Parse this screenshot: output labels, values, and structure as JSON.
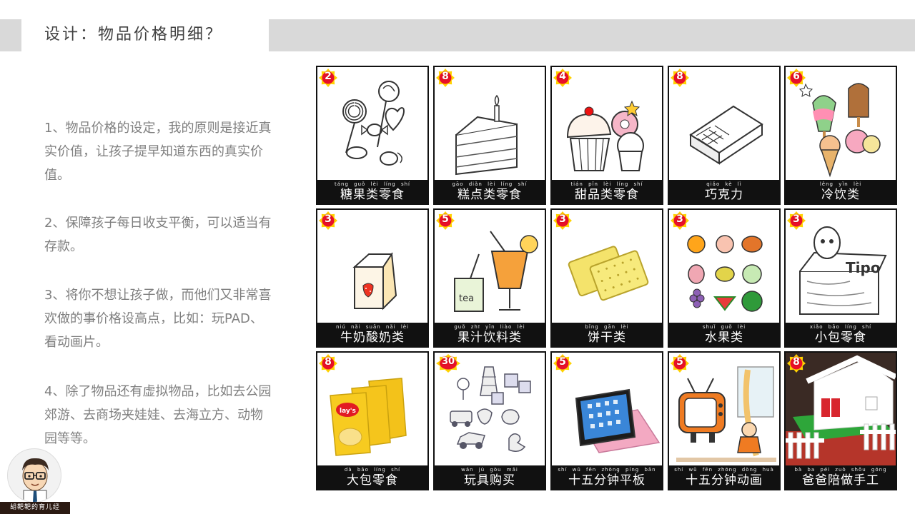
{
  "slide": {
    "title": "设计：物品价格明细？"
  },
  "paragraphs": [
    "1、物品价格的设定，我的原则是接近真实价值，让孩子提早知道东西的真实价值。",
    "2、保障孩子每日收支平衡，可以适当有存款。",
    "3、将你不想让孩子做，而他们又非常喜欢做的事价格设高点，比如：玩PAD、看动画片。",
    "4、除了物品还有虚拟物品，比如去公园郊游、去商场夹娃娃、去海立方、动物园等等。"
  ],
  "cards": [
    {
      "price": "2",
      "name": "糖果类零食",
      "pinyin": "táng guǒ lèi líng shí",
      "icon": "candy-icon"
    },
    {
      "price": "8",
      "name": "糕点类零食",
      "pinyin": "gāo diǎn lèi líng shí",
      "icon": "cake-icon"
    },
    {
      "price": "4",
      "name": "甜品类零食",
      "pinyin": "tián pǐn lèi líng shí",
      "icon": "cupcake-icon"
    },
    {
      "price": "8",
      "name": "巧克力",
      "pinyin": "qiǎo kè lì",
      "icon": "chocolate-icon"
    },
    {
      "price": "6",
      "name": "冷饮类",
      "pinyin": "lěng yǐn lèi",
      "icon": "ice-cream-icon"
    },
    {
      "price": "3",
      "name": "牛奶酸奶类",
      "pinyin": "niú nǎi suān nǎi lèi",
      "icon": "milk-carton-icon"
    },
    {
      "price": "5",
      "name": "果汁饮料类",
      "pinyin": "guǒ zhī yǐn liào lèi",
      "icon": "juice-icon"
    },
    {
      "price": "3",
      "name": "饼干类",
      "pinyin": "bǐng gān lèi",
      "icon": "cracker-icon"
    },
    {
      "price": "3",
      "name": "水果类",
      "pinyin": "shuǐ guǒ lèi",
      "icon": "fruit-icon"
    },
    {
      "price": "3",
      "name": "小包零食",
      "pinyin": "xiǎo bāo líng shí",
      "icon": "snack-pack-icon"
    },
    {
      "price": "8",
      "name": "大包零食",
      "pinyin": "dà bāo líng shí",
      "icon": "chips-bag-icon"
    },
    {
      "price": "30",
      "name": "玩具购买",
      "pinyin": "wán jù gòu mǎi",
      "icon": "toys-icon"
    },
    {
      "price": "5",
      "name": "十五分钟平板",
      "pinyin": "shí wǔ fēn zhōng píng bǎn",
      "icon": "tablet-icon"
    },
    {
      "price": "5",
      "name": "十五分钟动画",
      "pinyin": "shí wǔ fēn zhōng dòng huà",
      "icon": "tv-cartoon-icon"
    },
    {
      "price": "8",
      "name": "爸爸陪做手工",
      "pinyin": "bà ba péi zuò shǒu gōng",
      "icon": "craft-house-icon"
    }
  ],
  "avatar": {
    "caption": "胡靶靶的育儿经"
  },
  "colors": {
    "header_band": "#d9d9d9",
    "title_text": "#404040",
    "body_text": "#7f7f7f",
    "badge_fill": "#e8102a",
    "badge_burst": "#ffd200",
    "card_label_bar": "#111111"
  }
}
